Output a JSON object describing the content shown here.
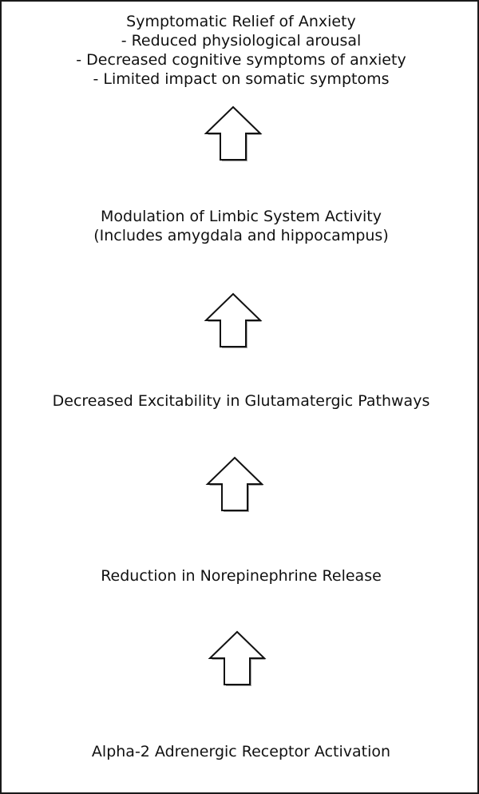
{
  "diagram": {
    "direction": "bottom-to-top",
    "nodes": [
      {
        "id": "symptomatic-relief",
        "lines": [
          "Symptomatic Relief of Anxiety",
          "- Reduced physiological arousal",
          "- Decreased cognitive symptoms of anxiety",
          "- Limited impact on somatic symptoms"
        ]
      },
      {
        "id": "limbic-modulation",
        "lines": [
          "Modulation of Limbic System Activity",
          "(Includes amygdala and hippocampus)"
        ]
      },
      {
        "id": "glutamatergic",
        "lines": [
          "Decreased Excitability in Glutamatergic Pathways"
        ]
      },
      {
        "id": "norepinephrine",
        "lines": [
          "Reduction in Norepinephrine Release"
        ]
      },
      {
        "id": "alpha2",
        "lines": [
          "Alpha-2 Adrenergic Receptor Activation"
        ]
      }
    ],
    "arrows": [
      {
        "from": "limbic-modulation",
        "to": "symptomatic-relief",
        "icon": "up-arrow-icon"
      },
      {
        "from": "glutamatergic",
        "to": "limbic-modulation",
        "icon": "up-arrow-icon"
      },
      {
        "from": "norepinephrine",
        "to": "glutamatergic",
        "icon": "up-arrow-icon"
      },
      {
        "from": "alpha2",
        "to": "norepinephrine",
        "icon": "up-arrow-icon"
      }
    ]
  }
}
